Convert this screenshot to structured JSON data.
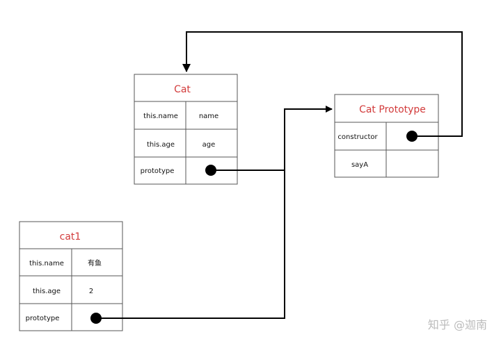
{
  "cat_box": {
    "title": "Cat",
    "rows": [
      {
        "key": "this.name",
        "value": "name"
      },
      {
        "key": "this.age",
        "value": "age"
      },
      {
        "key": "prototype",
        "value": ""
      }
    ]
  },
  "cat_prototype_box": {
    "title": "Cat Prototype",
    "rows": [
      {
        "key": "constructor",
        "value": ""
      },
      {
        "key": "sayA",
        "value": ""
      }
    ]
  },
  "cat1_box": {
    "title": "cat1",
    "rows": [
      {
        "key": "this.name",
        "value": "有鱼"
      },
      {
        "key": "this.age",
        "value": "2"
      },
      {
        "key": "prototype",
        "value": ""
      }
    ]
  },
  "watermark": "知乎 @迦南",
  "colors": {
    "title": "#d23b3b",
    "border": "#555555",
    "arrow": "#000000"
  }
}
